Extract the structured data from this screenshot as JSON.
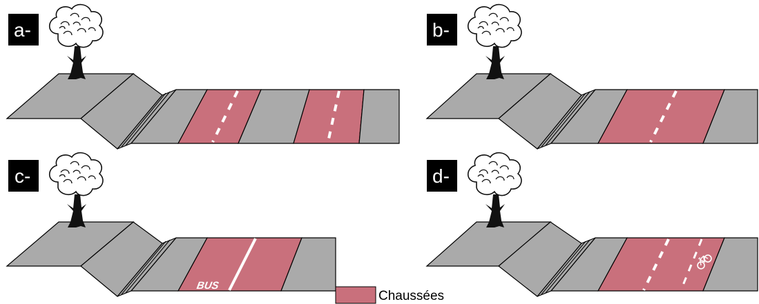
{
  "panels": [
    {
      "label": "a-",
      "variant": "two-carriageways"
    },
    {
      "label": "b-",
      "variant": "single-carriageway"
    },
    {
      "label": "c-",
      "variant": "bus-lane"
    },
    {
      "label": "d-",
      "variant": "bike-lane"
    }
  ],
  "bus_marking": "BUS",
  "legend": {
    "label": "Chaussées",
    "color": "#c9707c"
  },
  "colors": {
    "pavement": "#aaaaaa",
    "roadway": "#c9707c",
    "outline": "#000000",
    "marking": "#ffffff"
  },
  "icons": [
    "tree-icon",
    "bicycle-icon"
  ]
}
